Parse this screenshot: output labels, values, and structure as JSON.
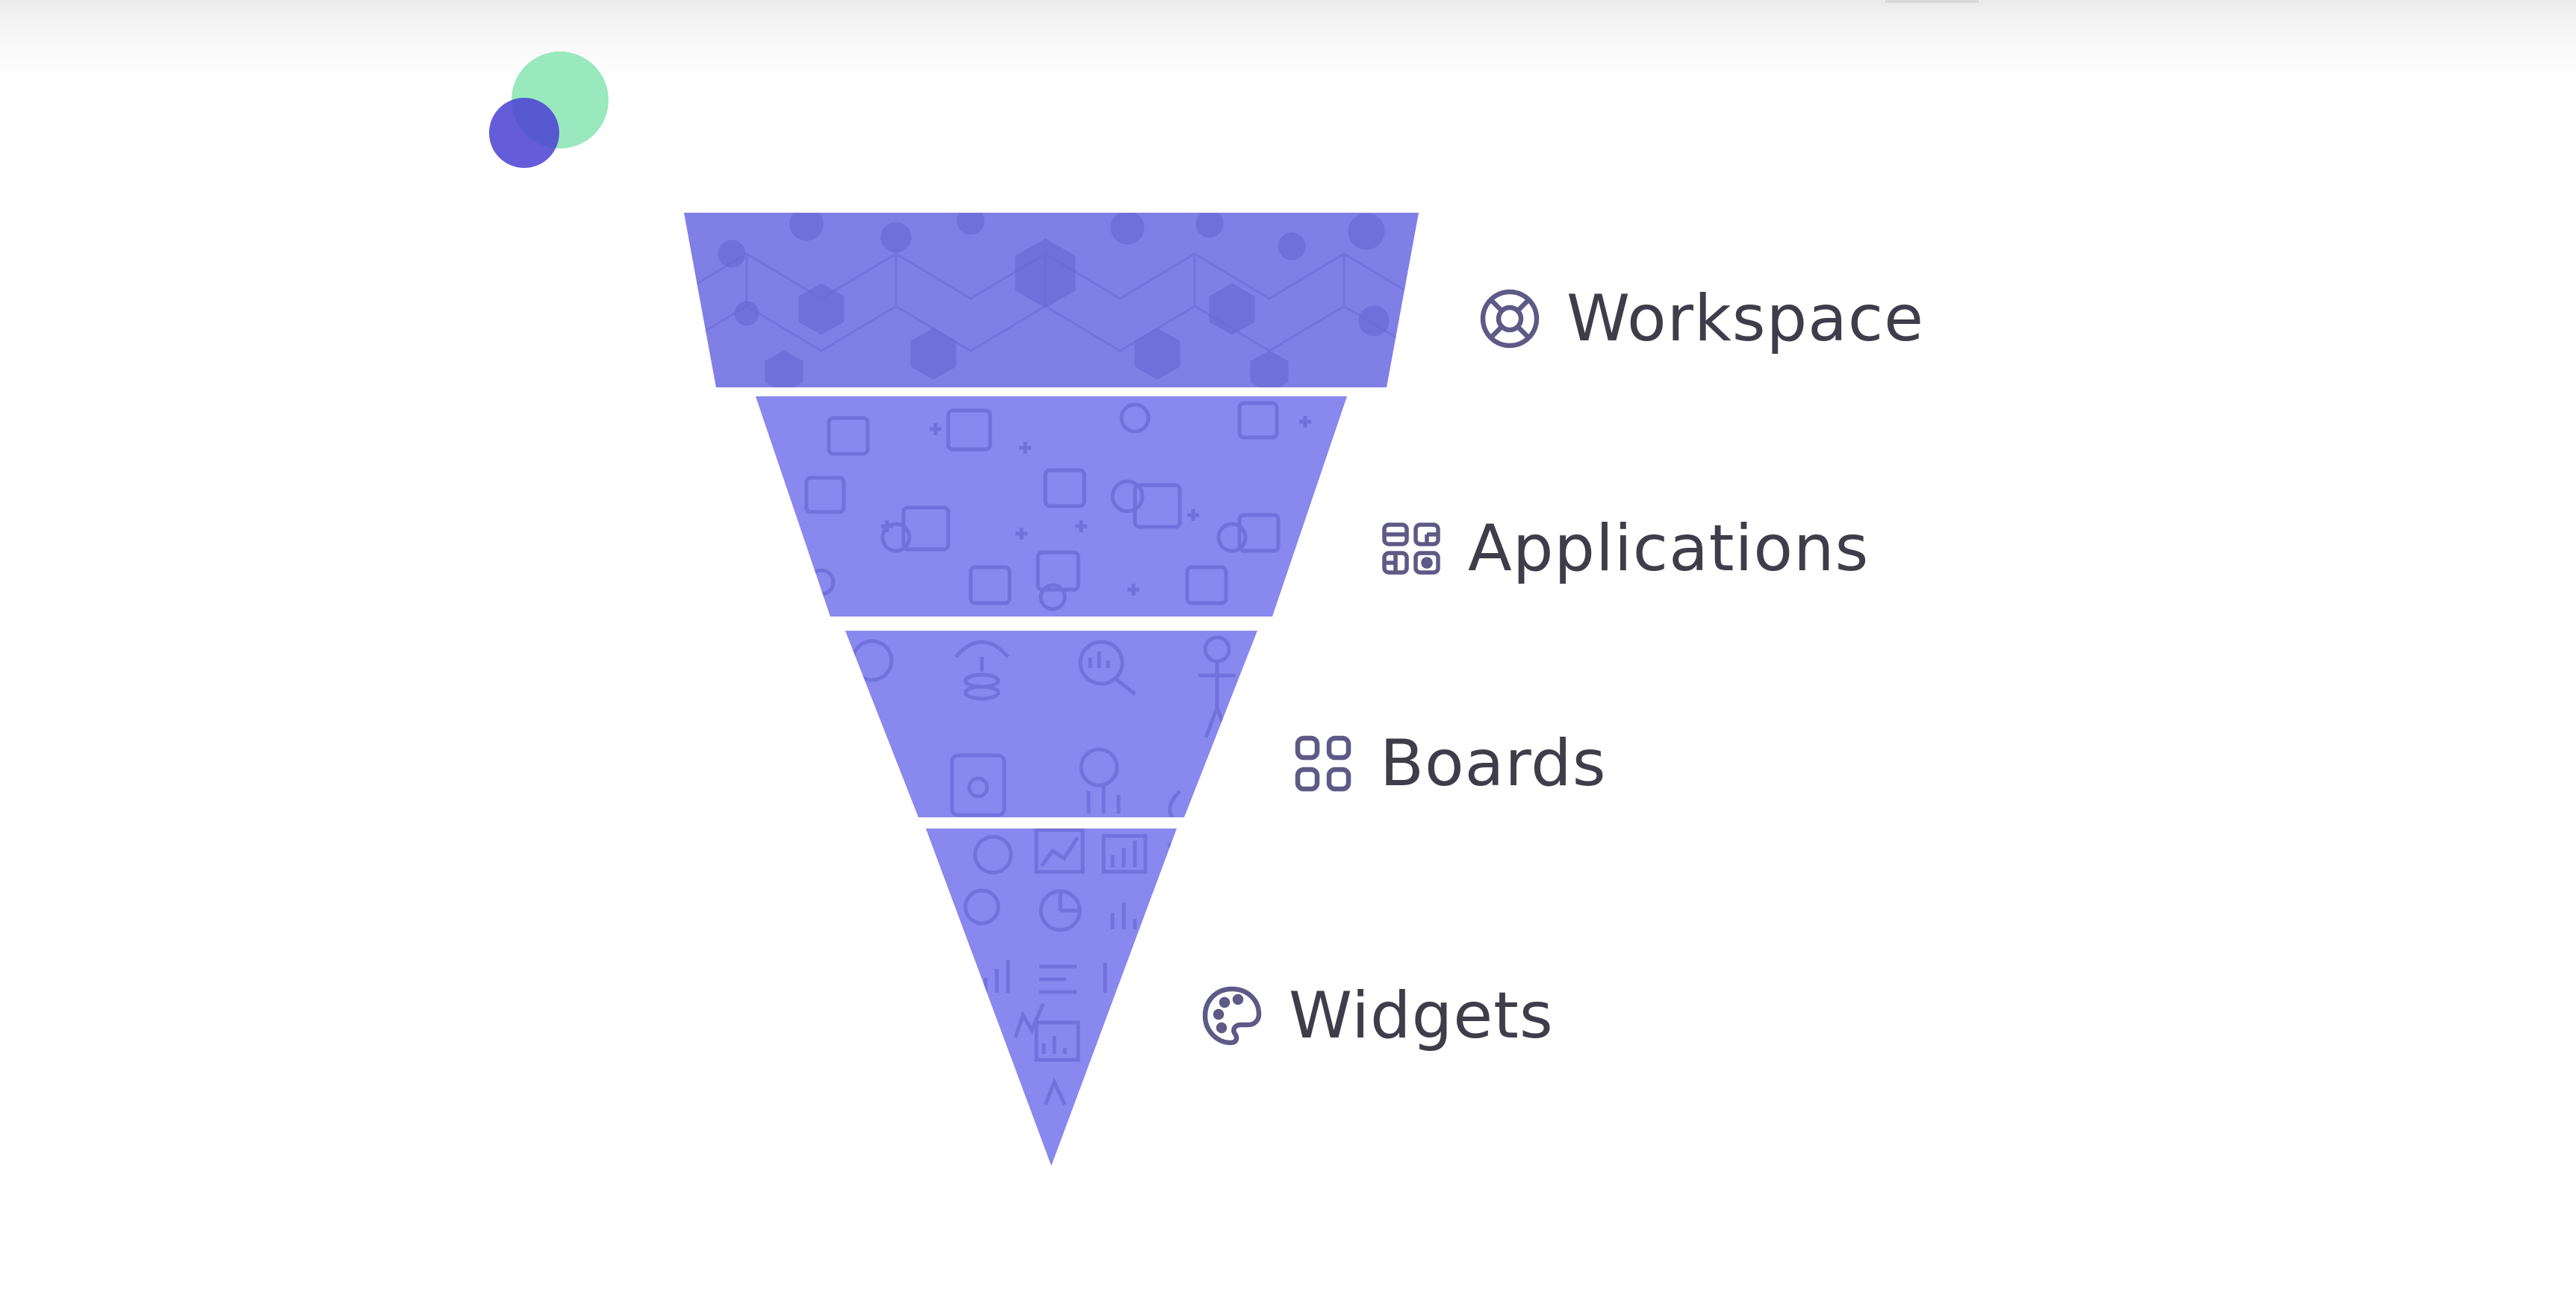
{
  "colors": {
    "layer_fill": "#8888ee",
    "layer_top_fill": "#7f7fe6",
    "pattern": "#6a6ad6",
    "separator": "#ffffff",
    "label_text": "#3f3d49",
    "icon_stroke": "#5d5a86",
    "logo_green": "#8ee5b7",
    "logo_blue": "#4a40d4"
  },
  "logo": {
    "name": "brand-logo",
    "shapes": [
      "green-circle",
      "blue-circle"
    ]
  },
  "layers": [
    {
      "label": "Workspace",
      "icon": "lifebuoy-icon",
      "pattern": "gear-network"
    },
    {
      "label": "Applications",
      "icon": "apps-grid-icon",
      "pattern": "calendar-dollar"
    },
    {
      "label": "Boards",
      "icon": "four-squares-icon",
      "pattern": "finance-people"
    },
    {
      "label": "Widgets",
      "icon": "palette-icon",
      "pattern": "charts"
    }
  ]
}
